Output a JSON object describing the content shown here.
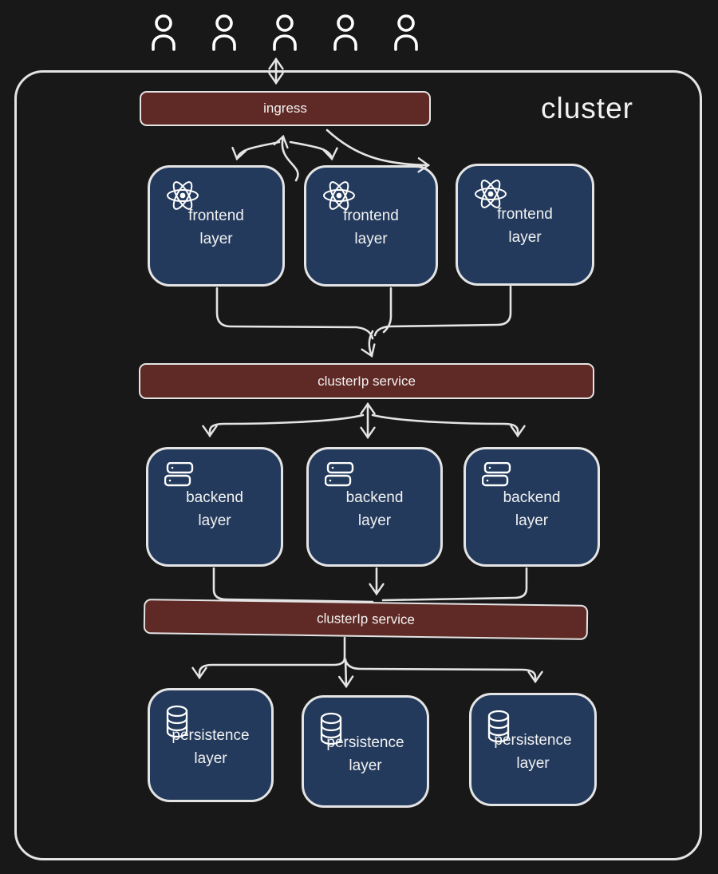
{
  "colors": {
    "background": "#181818",
    "node_fill": "#233a5c",
    "service_fill": "#5f2a25",
    "stroke": "#e4e4e4",
    "text": "#f2f2f2"
  },
  "cluster": {
    "label": "cluster"
  },
  "users": {
    "count": 5
  },
  "ingress": {
    "label": "ingress"
  },
  "frontend_layer": {
    "line1": "frontend",
    "line2": "layer"
  },
  "clusterip_service_top": {
    "label": "clusterIp service"
  },
  "backend_layer": {
    "line1": "backend",
    "line2": "layer"
  },
  "clusterip_service_bottom": {
    "label": "clusterIp service"
  },
  "persistence_layer": {
    "line1": "persistence",
    "line2": "layer"
  }
}
